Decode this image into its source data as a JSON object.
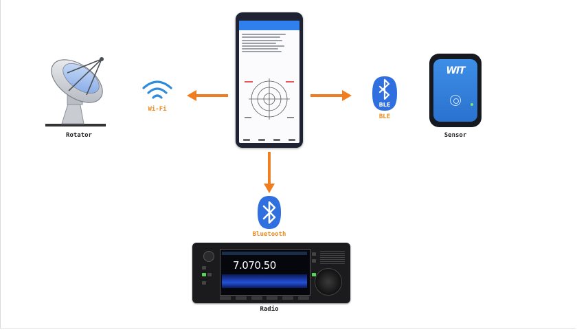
{
  "nodes": {
    "rotator": {
      "label": "Rotator"
    },
    "wifi": {
      "label": "Wi-Fi"
    },
    "phone": {
      "label": ""
    },
    "ble": {
      "label": "BLE",
      "badge_text": "BLE"
    },
    "sensor": {
      "label": "Sensor",
      "logo_text": "WIT"
    },
    "bluetooth": {
      "label": "Bluetooth"
    },
    "radio": {
      "label": "Radio",
      "display_frequency": "7.070.50"
    }
  },
  "edges": [
    {
      "from": "phone",
      "to": "rotator",
      "via": "wifi"
    },
    {
      "from": "phone",
      "to": "sensor",
      "via": "ble"
    },
    {
      "from": "phone",
      "to": "radio",
      "via": "bluetooth"
    }
  ],
  "colors": {
    "arrow": "#f07d20",
    "wifi": "#2f8bdc",
    "bluetooth": "#2f6fe0",
    "label_orange": "#f08a1c",
    "sensor_face": "#3b8ee6"
  },
  "icons": {
    "rotator": "satellite-dish-icon",
    "wifi": "wifi-icon",
    "ble": "bluetooth-icon",
    "bluetooth": "bluetooth-icon"
  }
}
